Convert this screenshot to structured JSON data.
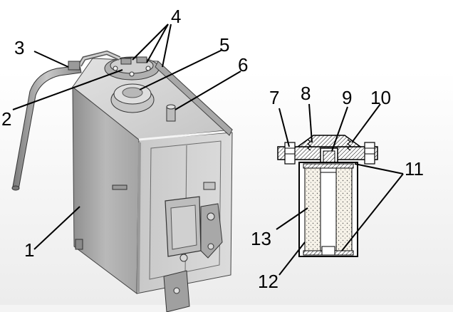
{
  "callouts": {
    "c1": "1",
    "c2": "2",
    "c3": "3",
    "c4": "4",
    "c5": "5",
    "c6": "6",
    "c7": "7",
    "c8": "8",
    "c9": "9",
    "c10": "10",
    "c11": "11",
    "c12": "12",
    "c13": "13"
  },
  "colors": {
    "background_band": "#f0f0f0",
    "tank_light": "#d2d2d2",
    "tank_mid": "#b4b4b4",
    "tank_dark": "#8c8c8c",
    "outline": "#000000",
    "filter_media": "#f4f0e6"
  }
}
